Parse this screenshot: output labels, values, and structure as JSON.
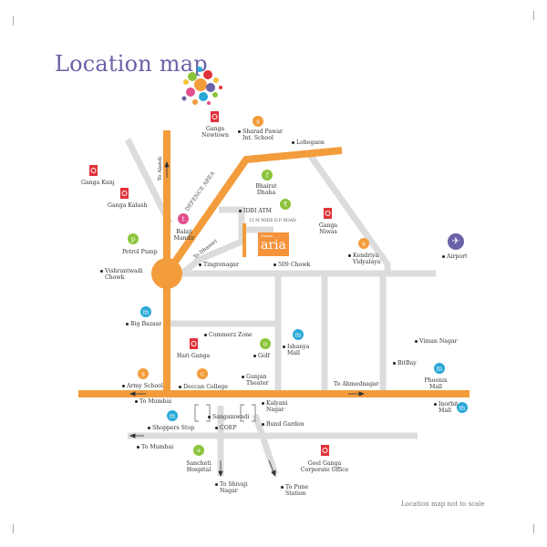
{
  "title": "Location map",
  "note": "Location map not to scale",
  "project": {
    "brand": "Ganga",
    "name": "aria"
  },
  "road_labels": {
    "defence_area": "DEFENCE AREA",
    "ring_road": "15 M WIDE D.P. ROAD"
  },
  "labels": {
    "ganga_newtown": "Ganga\nNewtown",
    "sharad_pawar": "Sharad Pawar\nInt. School",
    "lohegaon": "Lohegaon",
    "to_alandi": "To Alandi",
    "ganga_kunj": "Ganga Kunj",
    "ganga_kalash": "Ganga Kalash",
    "bhairat_dhaba": "Bhairat\nDhaba",
    "idbi_atm": "IDBI ATM",
    "balaji_mandir": "Balaji\nMandir",
    "to_dhanori": "To Dhanori",
    "ganga_niwas": "Ganga\nNiwas",
    "petrol_pump": "Petrol Pump",
    "tingrenagar": "Tingrenagar",
    "509_chowk": "509 Chowk",
    "kendriya_vidyalaya": "Kendriya\nVidyalaya",
    "airport": "Airport",
    "vishrantwadi_chowk": "Vishrantwadi\nChowk",
    "big_bazaar": "Big Bazaar",
    "commerce_zone": "Commerz Zone",
    "hari_ganga": "Hari Ganga",
    "golf": "Golf",
    "ishanya_mall": "Ishanya\nMall",
    "viman_nagar": "Viman Nagar",
    "bitbay": "BitBay",
    "phoenix_mall": "Phoenix\nMall",
    "army_school": "Army School",
    "deccan_college": "Deccan College",
    "gunjan_theater": "Gunjan\nTheater",
    "to_ahmednagar": "To Ahmednagar",
    "inorbit_mall": "Inorbit\nMall",
    "to_mumbai_1": "To Mumbai",
    "kalyani_nagar": "Kalyani\nNagar",
    "sangamwadi": "Sangamwadi",
    "shoppers_stop": "Shoppers Stop",
    "coep": "COEP",
    "bund_garden": "Bund Garden",
    "to_mumbai_2": "To Mumbai",
    "sancheti_hospital": "Sancheti\nHospital",
    "goel_ganga": "Goel Ganga\nCorporate Office",
    "to_shivaji_nagar": "To Shivaji\nNagar",
    "to_pune_station": "To Pune\nStation"
  },
  "colors": {
    "main_road": "#f39c3c",
    "minor_road": "#dcdcdc",
    "title": "#6a62a8",
    "marker_red": "#e0323a",
    "marker_orange": "#f39c3c",
    "marker_green": "#8cc43c",
    "marker_blue": "#29a8d8",
    "marker_pink": "#e0508c",
    "marker_purple": "#6a62a8"
  },
  "icons": {
    "ganga": "ganga-logo-icon",
    "school": "school-icon",
    "food": "food-icon",
    "atm": "atm-icon",
    "temple": "temple-icon",
    "fuel": "fuel-icon",
    "airport": "airplane-icon",
    "mall": "shopping-icon",
    "golf": "golf-icon",
    "hospital": "hospital-icon",
    "theater": "theater-icon"
  }
}
